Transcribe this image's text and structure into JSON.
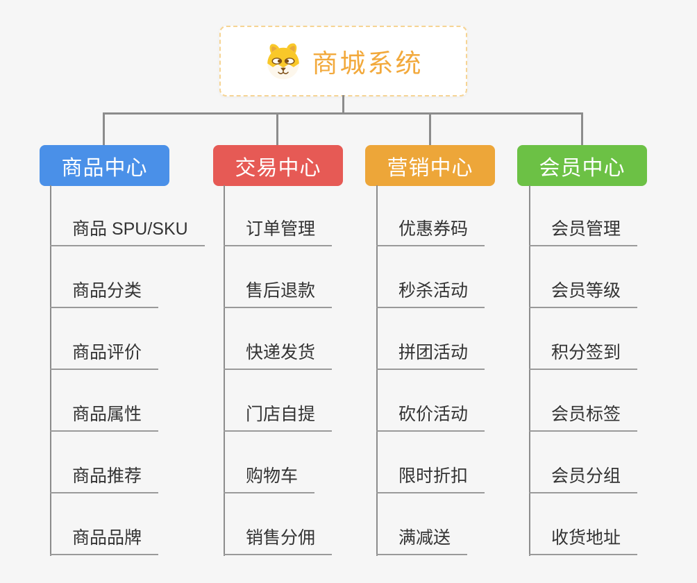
{
  "root": {
    "title": "商城系统",
    "icon": "dog-face-icon"
  },
  "branches": [
    {
      "label": "商品中心",
      "color": "#4a90e8",
      "items": [
        "商品 SPU/SKU",
        "商品分类",
        "商品评价",
        "商品属性",
        "商品推荐",
        "商品品牌"
      ]
    },
    {
      "label": "交易中心",
      "color": "#e65a55",
      "items": [
        "订单管理",
        "售后退款",
        "快递发货",
        "门店自提",
        "购物车",
        "销售分佣"
      ]
    },
    {
      "label": "营销中心",
      "color": "#eda639",
      "items": [
        "优惠券码",
        "秒杀活动",
        "拼团活动",
        "砍价活动",
        "限时折扣",
        "满减送"
      ]
    },
    {
      "label": "会员中心",
      "color": "#6cc145",
      "items": [
        "会员管理",
        "会员等级",
        "积分签到",
        "会员标签",
        "会员分组",
        "收货地址"
      ]
    }
  ],
  "canvas": {
    "background": "#f6f6f6",
    "line_color": "#8c8c8c",
    "root_text_color": "#f2a93c",
    "root_border_color": "#f6d494",
    "item_text_color": "#333333"
  }
}
